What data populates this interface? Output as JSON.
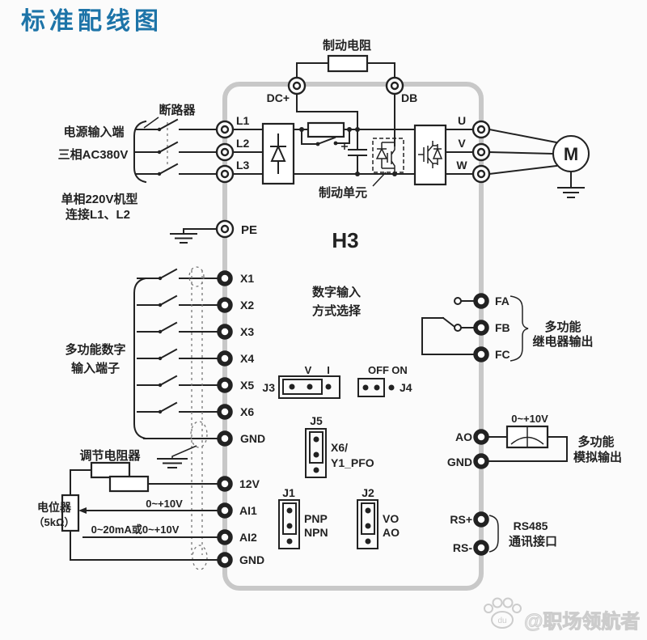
{
  "title": "标准配线图",
  "model_label": "H3",
  "brake": {
    "resistor": "制动电阻",
    "unit": "制动单元",
    "dc_plus": "DC+",
    "db": "DB"
  },
  "power_input": {
    "breaker": "断路器",
    "desc1": "电源输入端",
    "desc2": "三相AC380V",
    "desc3": "单相220V机型",
    "desc4": "连接L1、L2",
    "terminals": [
      "L1",
      "L2",
      "L3"
    ],
    "pe": "PE"
  },
  "output": {
    "terminals": [
      "U",
      "V",
      "W"
    ],
    "motor": "M"
  },
  "digital_input": {
    "desc1": "多功能数字",
    "desc2": "输入端子",
    "terminals": [
      "X1",
      "X2",
      "X3",
      "X4",
      "X5",
      "X6",
      "GND"
    ],
    "mode1": "数字输入",
    "mode2": "方式选择"
  },
  "analog_input": {
    "adjust_resistor": "调节电阻器",
    "pot1": "电位器",
    "pot2": "（5kΩ）",
    "ai1_range": "0~+10V",
    "ai2_range": "0~20mA或0~+10V",
    "terminals": [
      "12V",
      "AI1",
      "AI2",
      "GND"
    ]
  },
  "jumpers": {
    "j3": {
      "label": "J3",
      "options": [
        "V",
        "I"
      ]
    },
    "j4": {
      "label": "J4",
      "options": [
        "OFF",
        "ON"
      ]
    },
    "j5": {
      "label": "J5",
      "lines": [
        "X6/",
        "Y1_PFO"
      ]
    },
    "j1": {
      "label": "J1",
      "lines": [
        "PNP",
        "NPN"
      ]
    },
    "j2": {
      "label": "J2",
      "lines": [
        "VO",
        "AO"
      ]
    }
  },
  "relay_output": {
    "terminals": [
      "FA",
      "FB",
      "FC"
    ],
    "desc": [
      "多功能",
      "继电器输出"
    ]
  },
  "analog_output": {
    "range": "0~+10V",
    "terminals": [
      "AO",
      "GND"
    ],
    "desc": [
      "多功能",
      "模拟输出"
    ]
  },
  "comm": {
    "terminals": [
      "RS+",
      "RS-"
    ],
    "desc": [
      "RS485",
      "通讯接口"
    ]
  },
  "watermark": {
    "logo": "du",
    "text": "@职场领航者"
  },
  "colors": {
    "bg": "#fbfbfb",
    "line": "#222222",
    "border": "#c8c8c8",
    "title": "#1d74a8",
    "watermark": "#cccccc"
  }
}
